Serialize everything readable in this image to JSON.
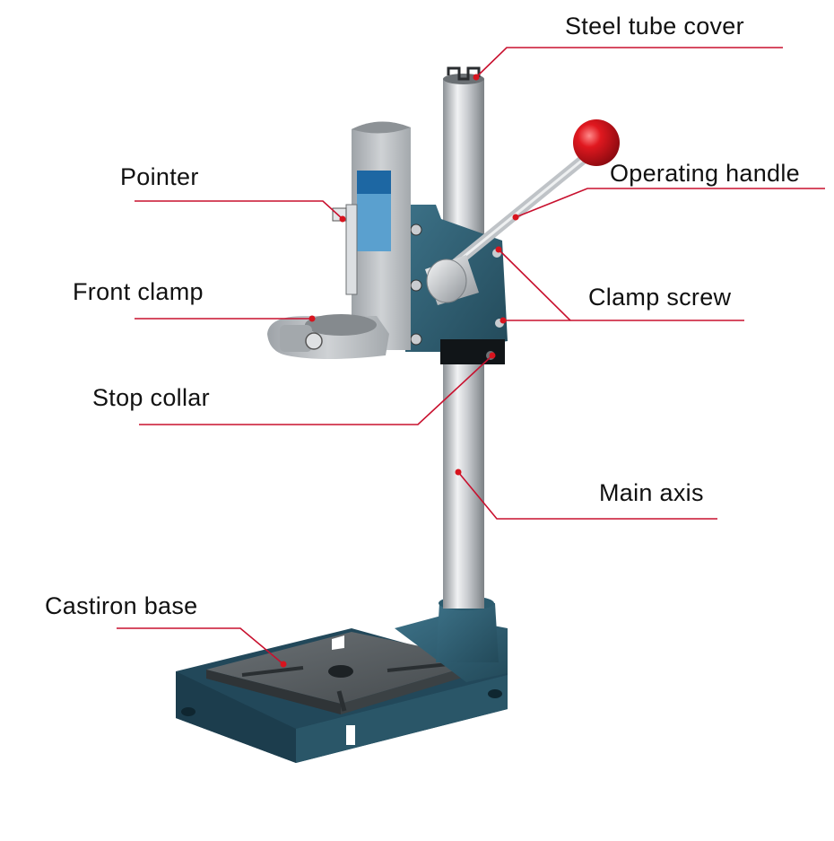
{
  "diagram": {
    "labels": {
      "steel_tube_cover": "Steel tube cover",
      "pointer": "Pointer",
      "operating_handle": "Operating handle",
      "front_clamp": "Front clamp",
      "clamp_screw": "Clamp screw",
      "stop_collar": "Stop collar",
      "main_axis": "Main axis",
      "castiron_base": "Castiron base"
    },
    "colors": {
      "leader_line": "#c8102e",
      "cast_iron_blue": "#2f5f73",
      "steel": "#c9ccd0",
      "aluminum": "#b9bdc1",
      "knob_red": "#d7141e",
      "table_top": "#545a5e"
    }
  }
}
